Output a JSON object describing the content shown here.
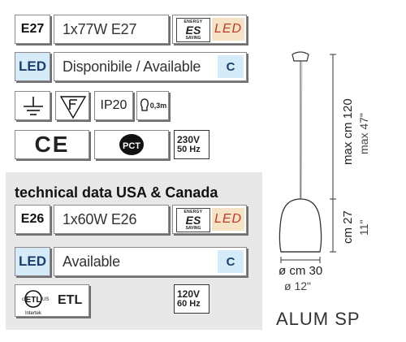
{
  "eu": {
    "socket_code": "E27",
    "bulb": "1x77W E27",
    "energy_label": {
      "top": "ENERGY",
      "mid": "ES",
      "bot": "SAVING"
    },
    "led_tag": "LED",
    "led_code": "LED",
    "availability": "Disponibile / Available",
    "energy_class": "C",
    "ip_rating": "IP20",
    "ip_extra": "0,3m",
    "voltage": "230V",
    "frequency": "50 Hz",
    "ce_mark": "CE",
    "pct_mark": "PCT"
  },
  "usa": {
    "title": "technical data USA & Canada",
    "socket_code": "E26",
    "bulb": "1x60W E26",
    "energy_label": {
      "top": "ENERGY",
      "mid": "ES",
      "bot": "SAVING"
    },
    "led_tag": "LED",
    "led_code": "LED",
    "availability": "Available",
    "energy_class": "C",
    "cert_c": "c",
    "cert_us": "US",
    "cert_intertek": "Intertek",
    "cert_etl": "ETL",
    "voltage": "120V",
    "frequency": "60 Hz"
  },
  "dimensions": {
    "height_cm": "max cm 120",
    "height_in": "max 47\"",
    "shade_cm": "cm 27",
    "shade_in": "11\"",
    "diameter_cm": "ø cm 30",
    "diameter_in": "ø 12\""
  },
  "product_name": "ALUM SP",
  "colors": {
    "blue_cell": "#d6ebf8",
    "led_tag_bg": "#f6e3c6",
    "led_tag_text": "#c0392b",
    "gray_section": "#e8e8e8"
  }
}
